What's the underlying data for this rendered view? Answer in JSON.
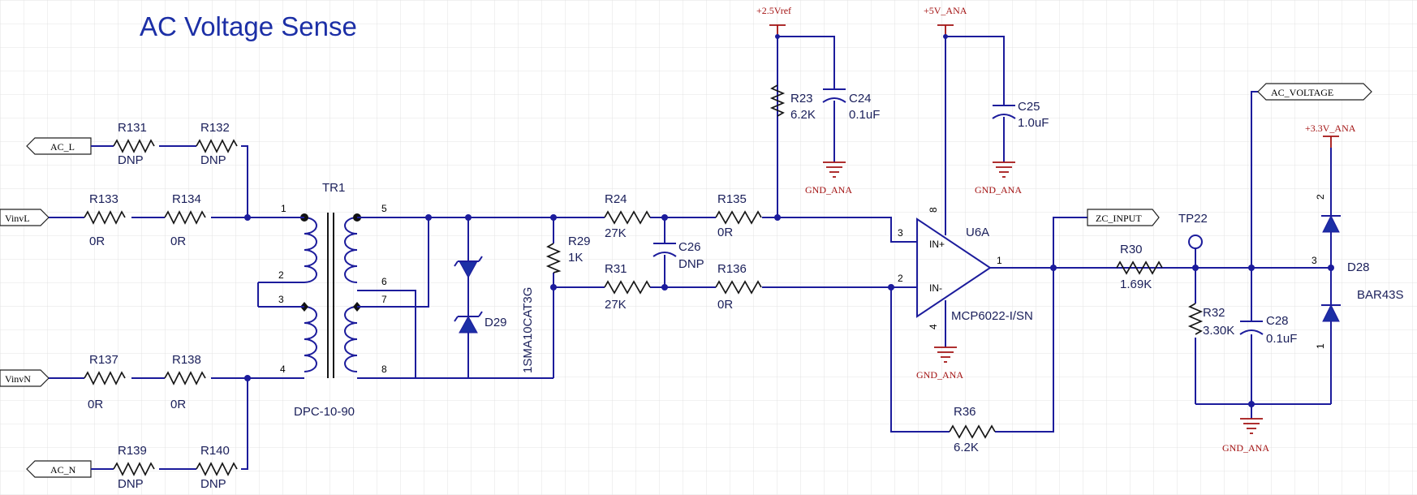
{
  "title": "AC Voltage Sense",
  "ports": {
    "ac_l": "AC_L",
    "vinvl": "VinvL",
    "vinvn": "VinvN",
    "ac_n": "AC_N",
    "zc_input": "ZC_INPUT",
    "ac_voltage": "AC_VOLTAGE"
  },
  "power": {
    "vref": "+2.5Vref",
    "v5": "+5V_ANA",
    "v33": "+3.3V_ANA",
    "gnd": "GND_ANA"
  },
  "components": {
    "r131": {
      "ref": "R131",
      "value": "DNP"
    },
    "r132": {
      "ref": "R132",
      "value": "DNP"
    },
    "r133": {
      "ref": "R133",
      "value": "0R"
    },
    "r134": {
      "ref": "R134",
      "value": "0R"
    },
    "r137": {
      "ref": "R137",
      "value": "0R"
    },
    "r138": {
      "ref": "R138",
      "value": "0R"
    },
    "r139": {
      "ref": "R139",
      "value": "DNP"
    },
    "r140": {
      "ref": "R140",
      "value": "DNP"
    },
    "tr1": {
      "ref": "TR1",
      "value": "DPC-10-90"
    },
    "d29": {
      "ref": "D29",
      "value": "1SMA10CAT3G"
    },
    "r29": {
      "ref": "R29",
      "value": "1K"
    },
    "r24": {
      "ref": "R24",
      "value": "27K"
    },
    "r31": {
      "ref": "R31",
      "value": "27K"
    },
    "c26": {
      "ref": "C26",
      "value": "DNP"
    },
    "r135": {
      "ref": "R135",
      "value": "0R"
    },
    "r136": {
      "ref": "R136",
      "value": "0R"
    },
    "r23": {
      "ref": "R23",
      "value": "6.2K"
    },
    "c24": {
      "ref": "C24",
      "value": "0.1uF"
    },
    "c25": {
      "ref": "C25",
      "value": "1.0uF"
    },
    "u6a": {
      "ref": "U6A",
      "value": "MCP6022-I/SN",
      "in_plus": "IN+",
      "in_minus": "IN-"
    },
    "r36": {
      "ref": "R36",
      "value": "6.2K"
    },
    "r30": {
      "ref": "R30",
      "value": "1.69K"
    },
    "tp22": {
      "ref": "TP22"
    },
    "r32": {
      "ref": "R32",
      "value": "3.30K"
    },
    "c28": {
      "ref": "C28",
      "value": "0.1uF"
    },
    "d28": {
      "ref": "D28",
      "value": "BAR43S"
    }
  },
  "pin_numbers": {
    "tr1": [
      "1",
      "2",
      "3",
      "4",
      "5",
      "6",
      "7",
      "8"
    ],
    "u6a": {
      "in_plus": "3",
      "in_minus": "2",
      "out": "1",
      "vdd": "8",
      "vss": "4"
    },
    "d28": {
      "top": "2",
      "bottom": "1",
      "common": "3"
    }
  }
}
